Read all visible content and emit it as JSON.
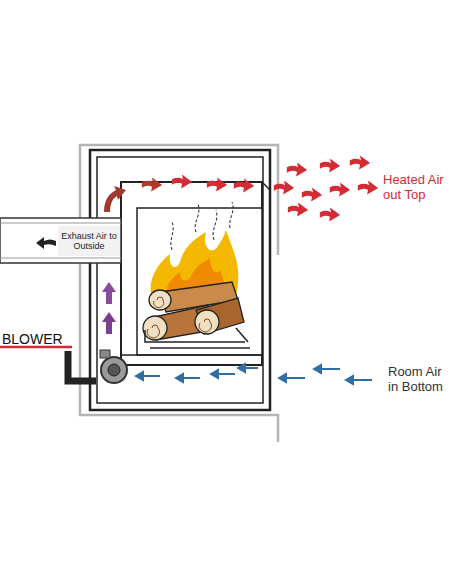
{
  "diagram": {
    "nodes": [
      {
        "text": [
          "Exhaust Air to Outside"
        ]
      }
    ],
    "labels": [
      "Heated Air out Top",
      "BLOWER",
      "Room Air in Bottom"
    ]
  }
}
